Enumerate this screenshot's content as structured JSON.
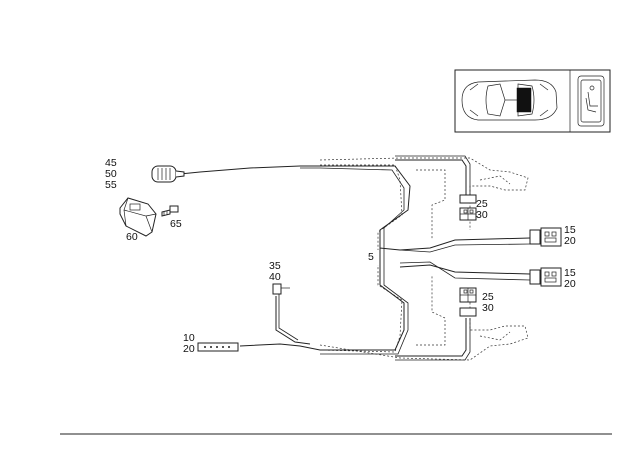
{
  "diagram": {
    "callouts": {
      "c45": "45",
      "c50": "50",
      "c55": "55",
      "c60": "60",
      "c65": "65",
      "c35": "35",
      "c40": "40",
      "c10": "10",
      "c20a": "20",
      "c5": "5",
      "c25a": "25",
      "c30a": "30",
      "c15a": "15",
      "c20b": "20",
      "c15b": "15",
      "c20c": "20",
      "c25b": "25",
      "c30b": "30"
    }
  },
  "colors": {
    "line": "#222222",
    "background": "#ffffff"
  }
}
